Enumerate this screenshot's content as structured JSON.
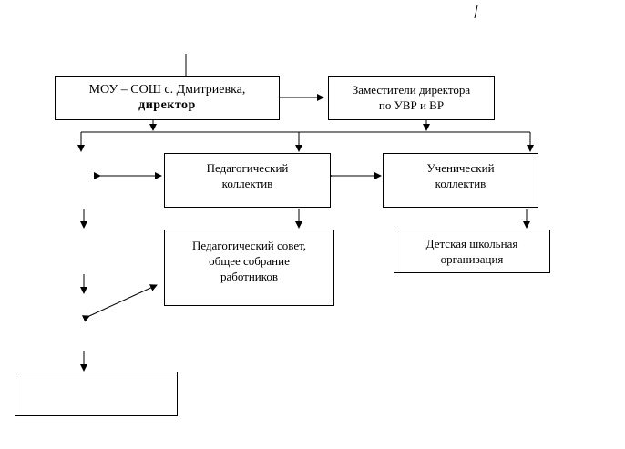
{
  "diagram": {
    "director_box": {
      "line1": "МОУ – СОШ с. Дмитриевка,",
      "line2": "директор"
    },
    "deputies_box": {
      "line1": "Заместители директора",
      "line2": "по УВР и ВР"
    },
    "ped_collective_box": {
      "line1": "Педагогический",
      "line2": "коллектив"
    },
    "student_collective_box": {
      "line1": "Ученический",
      "line2": "коллектив"
    },
    "ped_council_box": {
      "line1": "Педагогический совет,",
      "line2": "общее собрание",
      "line3": "работников"
    },
    "children_org_box": {
      "line1": "Детская школьная",
      "line2": "организация"
    },
    "empty_box": {
      "text": ""
    }
  }
}
